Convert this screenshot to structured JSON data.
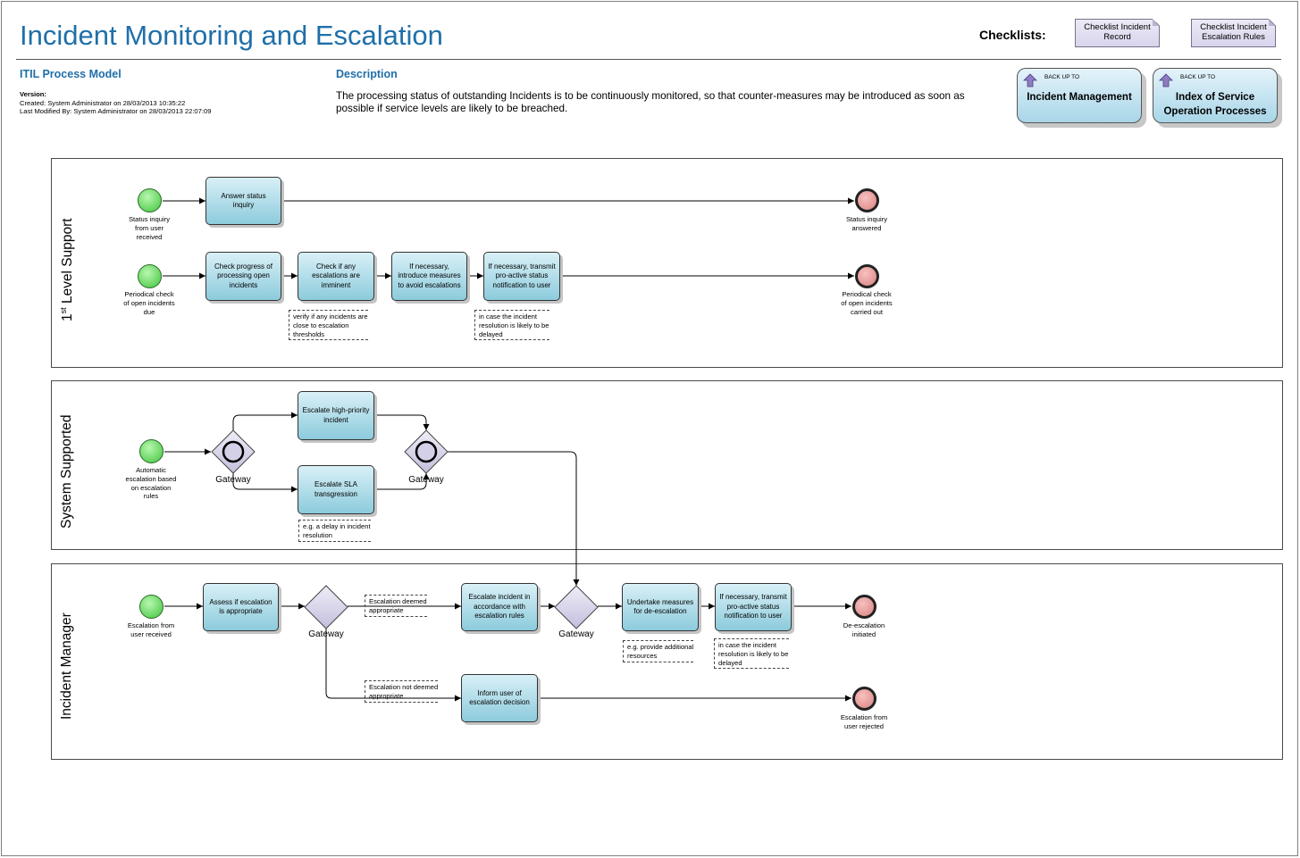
{
  "title": "Incident Monitoring and Escalation",
  "checklists": {
    "label": "Checklists:",
    "items": [
      {
        "line1": "Checklist Incident",
        "line2": "Record"
      },
      {
        "line1": "Checklist Incident",
        "line2": "Escalation Rules"
      }
    ]
  },
  "model": {
    "heading": "ITIL Process Model",
    "version_label": "Version:",
    "created": "Created: System Administrator on 28/03/2013 10:35:22",
    "modified": "Last Modified By: System Administrator on 28/03/2013 22:07:09"
  },
  "description": {
    "heading": "Description",
    "text": "The processing status of outstanding Incidents is to be continuously monitored, so that counter-measures may be introduced as soon as possible if service levels are likely to be breached."
  },
  "backup": {
    "label": "BACK UP TO",
    "incident_management": "Incident Management",
    "index_line1": "Index of Service",
    "index_line2": "Operation Processes"
  },
  "lanes": {
    "first_level_prefix": "1",
    "first_level_sup": "st",
    "first_level_rest": " Level Support",
    "system_supported": "System Supported",
    "incident_manager": "Incident Manager"
  },
  "lane1": {
    "start1": [
      "Status inquiry",
      "from user",
      "received"
    ],
    "task_answer": "Answer status inquiry",
    "end1": [
      "Status inquiry",
      "answered"
    ],
    "start2": [
      "Periodical check",
      "of open incidents",
      "due"
    ],
    "task_check_progress": "Check progress of processing open incidents",
    "task_check_escalations": "Check if any escalations are imminent",
    "task_introduce": "If necessary, introduce measures to avoid escalations",
    "task_transmit": "If necessary, transmit pro-active status notification to user",
    "end2": [
      "Periodical check",
      "of open incidents",
      "carried out"
    ],
    "note_verify": [
      "verify if any incidents are",
      "close to escalation",
      "thresholds"
    ],
    "note_delay": [
      "in case the incident",
      "resolution is likely to be",
      "delayed"
    ]
  },
  "lane2": {
    "start": [
      "Automatic",
      "escalation based",
      "on escalation",
      "rules"
    ],
    "gateway1": "Gateway",
    "gateway2": "Gateway",
    "task_high": "Escalate high-priority incident",
    "task_sla": "Escalate SLA transgression",
    "note_delay": [
      "e.g. a delay in incident",
      "resolution"
    ]
  },
  "lane3": {
    "start": [
      "Escalation from",
      "user received"
    ],
    "task_assess": "Assess if escalation is appropriate",
    "gateway1": "Gateway",
    "gateway2": "Gateway",
    "note_deemed": [
      "Escalation deemed",
      "appropriate"
    ],
    "note_not_deemed": [
      "Escalation not deemed",
      "appropriate"
    ],
    "task_escalate": "Escalate incident in accordance with escalation rules",
    "task_undertake": "Undertake measures for de-escalation",
    "task_transmit": "If necessary, transmit pro-active status notification to user",
    "task_inform": "Inform user of escalation decision",
    "note_resources": [
      "e.g. provide additional",
      "resources"
    ],
    "note_delay": [
      "in case the incident",
      "resolution is likely to be",
      "delayed"
    ],
    "end1": [
      "De-escalation",
      "initiated"
    ],
    "end2": [
      "Escalation from",
      "user rejected"
    ]
  }
}
